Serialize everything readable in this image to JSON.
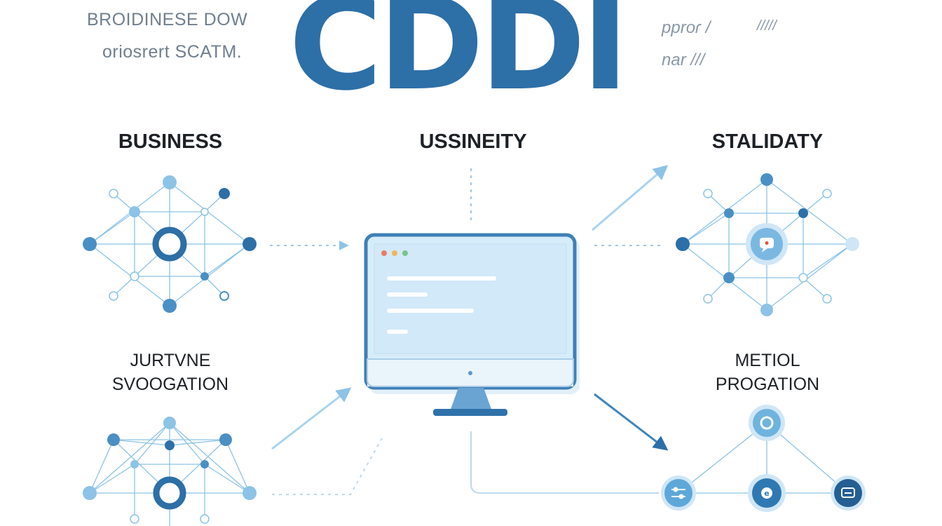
{
  "header": {
    "logo_text": "CDDI",
    "subtitle_line1": "BROIDINESE DOW",
    "subtitle_line2": "oriosrert SCATM.",
    "note_line1": "pproɾ /",
    "note_line1_marks": "/////",
    "note_line2": "nar ///"
  },
  "sections": {
    "top_left": "BUSINESS",
    "top_center": "USSINEITY",
    "top_right": "STALIDATY",
    "bottom_left_line1": "JURTVNE",
    "bottom_left_line2": "SVOOGATION",
    "bottom_right_line1": "METIOL",
    "bottom_right_line2": "PROGATION"
  },
  "colors": {
    "primary": "#2d6fa7",
    "mid": "#4a90c4",
    "light": "#8cc3e6",
    "pale": "#cfe6f6",
    "screen": "#d7ecfa",
    "edge": "#a9cde9"
  },
  "icons": {
    "center": "computer-monitor-icon",
    "right_hub": "chat-bubble-icon",
    "bottom_right_nodes": [
      "sliders-icon",
      "circle-e-icon",
      "message-icon"
    ]
  }
}
